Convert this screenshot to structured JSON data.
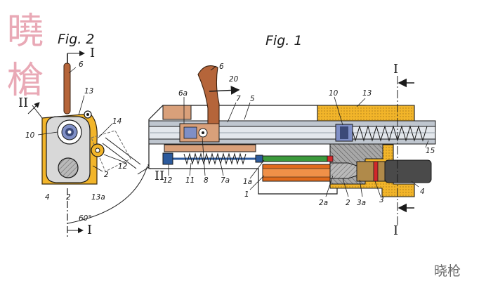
{
  "figures": {
    "fig1_title": "Fig. 1",
    "fig2_title": "Fig. 2"
  },
  "watermark": {
    "top_left_char1": "曉",
    "top_left_char2": "槍",
    "bottom_right": "晓枪"
  },
  "fig1_labels": {
    "l6": "6",
    "l20": "20",
    "l6a": "6a",
    "l7": "7",
    "l5": "5",
    "l10": "10",
    "l13": "13",
    "l15": "15",
    "l12": "12",
    "l11": "11",
    "l8": "8",
    "l7a": "7a",
    "l1a": "1a",
    "l1": "1",
    "l2a": "2a",
    "l2": "2",
    "l3a": "3a",
    "l3": "3",
    "l4": "4",
    "section_top": "I",
    "section_bottom": "I"
  },
  "fig2_labels": {
    "l6": "6",
    "l13": "13",
    "l14": "14",
    "l10": "10",
    "l12": "12",
    "l2": "2",
    "l4": "4",
    "l2b": "2",
    "l13a": "13a",
    "angle": "60°",
    "sec_top": "I",
    "sec_bottom": "I",
    "sec_left": "II",
    "sec_right": "II"
  },
  "colors": {
    "brass": "#f2b52a",
    "brown": "#b5653a",
    "tan": "#d9a07a",
    "gray": "#9a9a9a",
    "blue": "#2c5a9c",
    "green": "#3c9a3c",
    "orange": "#e06a1c",
    "red": "#d2282a"
  }
}
